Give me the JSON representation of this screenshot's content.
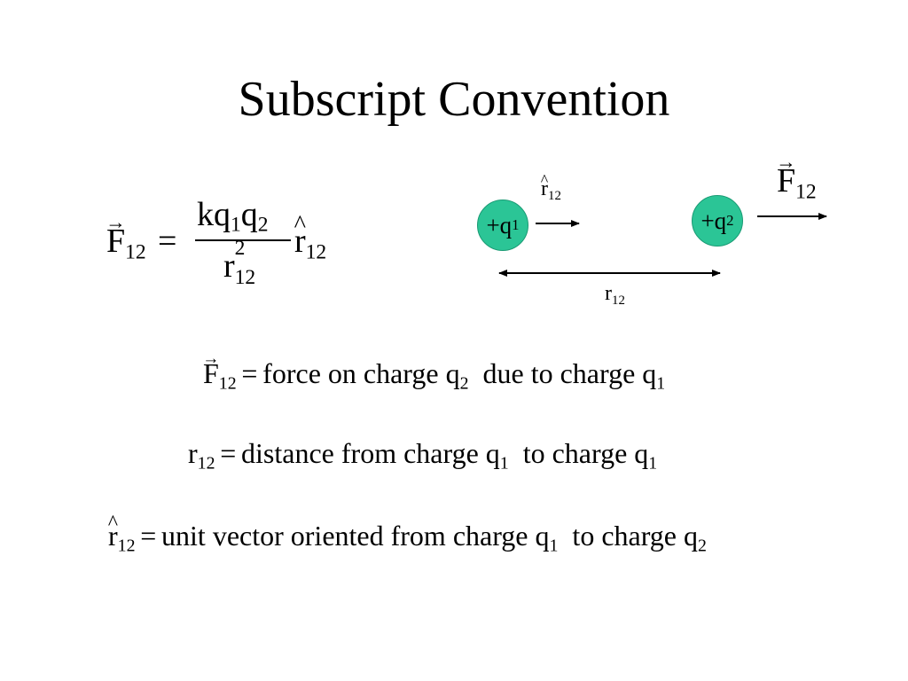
{
  "title": "Subscript Convention",
  "symbols": {
    "F": "F",
    "r": "r",
    "k": "k",
    "q": "q",
    "sub12": "12",
    "sub1": "1",
    "sub2": "2",
    "sup2": "2",
    "vector_arrow": "→",
    "hat": "^",
    "equals": "="
  },
  "diagram": {
    "charge1_label": "+q",
    "charge1_sub": "1",
    "charge2_label": "+q",
    "charge2_sub": "2",
    "charge_color": "#2bc596"
  },
  "definitions": {
    "force": {
      "text_a": "force on charge q",
      "sub_a": "2",
      "text_b": "due to charge q",
      "sub_b": "1"
    },
    "distance": {
      "text_a": "distance from charge q",
      "sub_a": "1",
      "text_b": "to charge q",
      "sub_b": "1"
    },
    "unit_vector": {
      "text_a": "unit vector oriented from charge q",
      "sub_a": "1",
      "text_b": "to charge q",
      "sub_b": "2"
    }
  }
}
